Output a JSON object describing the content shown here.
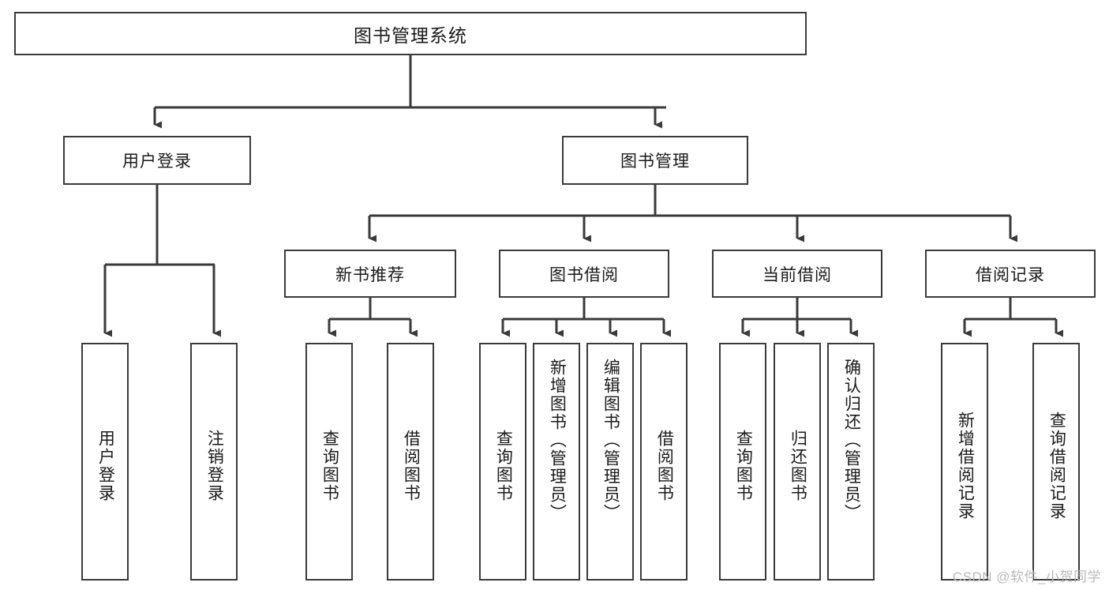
{
  "diagram": {
    "type": "tree-hierarchy-chart",
    "title": "图书管理系统",
    "line_color": "#3a3a3a",
    "box_fill": "#ffffff",
    "text_color": "#1a1a1a",
    "root": {
      "label": "图书管理系统"
    },
    "level1": [
      {
        "label": "用户登录"
      },
      {
        "label": "图书管理"
      }
    ],
    "level2": [
      {
        "label": "新书推荐"
      },
      {
        "label": "图书借阅"
      },
      {
        "label": "当前借阅"
      },
      {
        "label": "借阅记录"
      }
    ],
    "leaves": {
      "user_login": [
        {
          "label": "用户登录"
        },
        {
          "label": "注销登录"
        }
      ],
      "new_book_recommend": [
        {
          "label": "查询图书"
        },
        {
          "label": "借阅图书"
        }
      ],
      "book_borrow": [
        {
          "label": "查询图书"
        },
        {
          "label": "新增图书（管理员）"
        },
        {
          "label": "编辑图书（管理员）"
        },
        {
          "label": "借阅图书"
        }
      ],
      "current_borrow": [
        {
          "label": "查询图书"
        },
        {
          "label": "归还图书"
        },
        {
          "label": "确认归还（管理员）"
        }
      ],
      "borrow_record": [
        {
          "label": "新增借阅记录"
        },
        {
          "label": "查询借阅记录"
        }
      ]
    }
  },
  "watermark": {
    "text": "CSDN @软件_小贺同学"
  }
}
